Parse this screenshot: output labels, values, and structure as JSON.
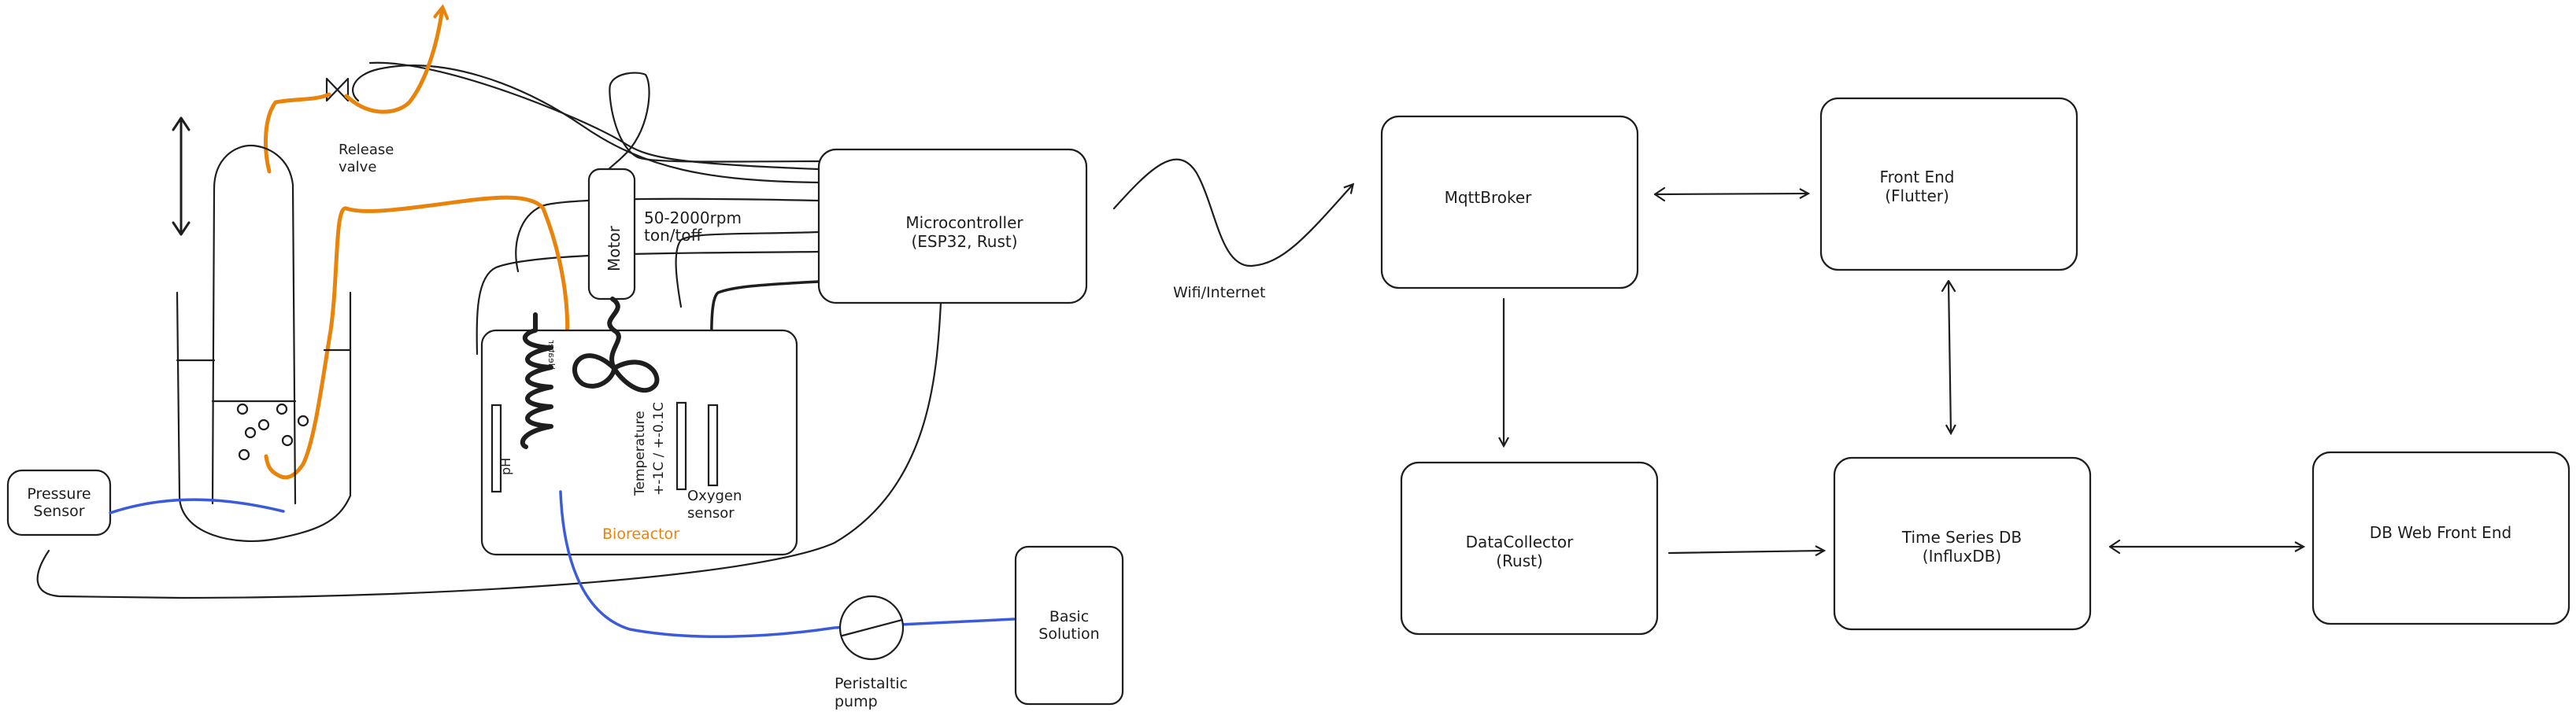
{
  "colors": {
    "stroke": "#1e1e1e",
    "gas_line": "#e8840c",
    "liquid_line": "#3b5bdb",
    "bioreactor_label": "#e8840c",
    "background": "#ffffff"
  },
  "hardware": {
    "release_valve": [
      "Release",
      "valve"
    ],
    "pressure_sensor": [
      "Pressure",
      "Sensor"
    ],
    "motor": "Motor",
    "motor_spec": [
      "50-2000rpm",
      "ton/toff"
    ],
    "microcontroller": [
      "Microcontroller",
      "(ESP32, Rust)"
    ],
    "heater": "Heater",
    "ph": "pH",
    "temperature": [
      "Temperature",
      "+-1C / +-0.1C"
    ],
    "oxygen_sensor": [
      "Oxygen",
      "sensor"
    ],
    "bioreactor": "Bioreactor",
    "peristaltic_pump": [
      "Peristaltic",
      "pump"
    ],
    "basic_solution": [
      "Basic",
      "Solution"
    ]
  },
  "network": {
    "link_label": "Wifi/Internet"
  },
  "software": {
    "mqtt_broker": [
      "MqttBroker"
    ],
    "front_end": [
      "Front End",
      "(Flutter)"
    ],
    "data_collector": [
      "DataCollector",
      "(Rust)"
    ],
    "time_series_db": [
      "Time Series DB",
      "(InfluxDB)"
    ],
    "db_web_front_end": [
      "DB Web Front End"
    ]
  }
}
